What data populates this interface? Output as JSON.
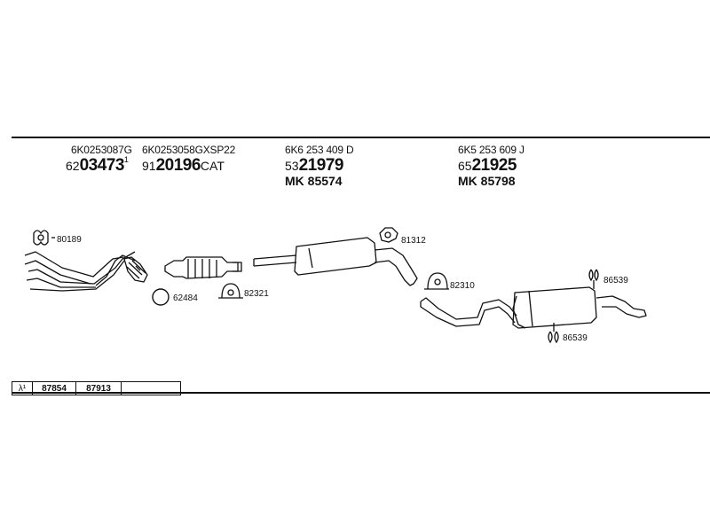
{
  "columns": [
    {
      "oe_number": "6K0253087G",
      "part_prefix": "62",
      "part_main": "03473",
      "part_sup": "1",
      "part_suffix": ""
    },
    {
      "oe_number": "6K0253058GXSP22",
      "part_prefix": "91",
      "part_main": "20196",
      "part_sup": "",
      "part_suffix": "CAT"
    },
    {
      "oe_number": "6K6 253 409 D",
      "part_prefix": "53",
      "part_main": "21979",
      "part_sup": "",
      "part_suffix": "",
      "mk": "MK  85574"
    },
    {
      "oe_number": "6K5 253 609 J",
      "part_prefix": "65",
      "part_main": "21925",
      "part_sup": "",
      "part_suffix": "",
      "mk": "MK  85798"
    }
  ],
  "part_labels": {
    "gasket_top_left": "80189",
    "ring_gasket": "62484",
    "clamp_mid": "82321",
    "gasket_middle": "81312",
    "clamp_right": "82310",
    "mount_upper": "86539",
    "mount_lower": "86539"
  },
  "kit_row": {
    "lambda_symbol": "λ¹",
    "cells": [
      "87854",
      "87913",
      ""
    ]
  }
}
